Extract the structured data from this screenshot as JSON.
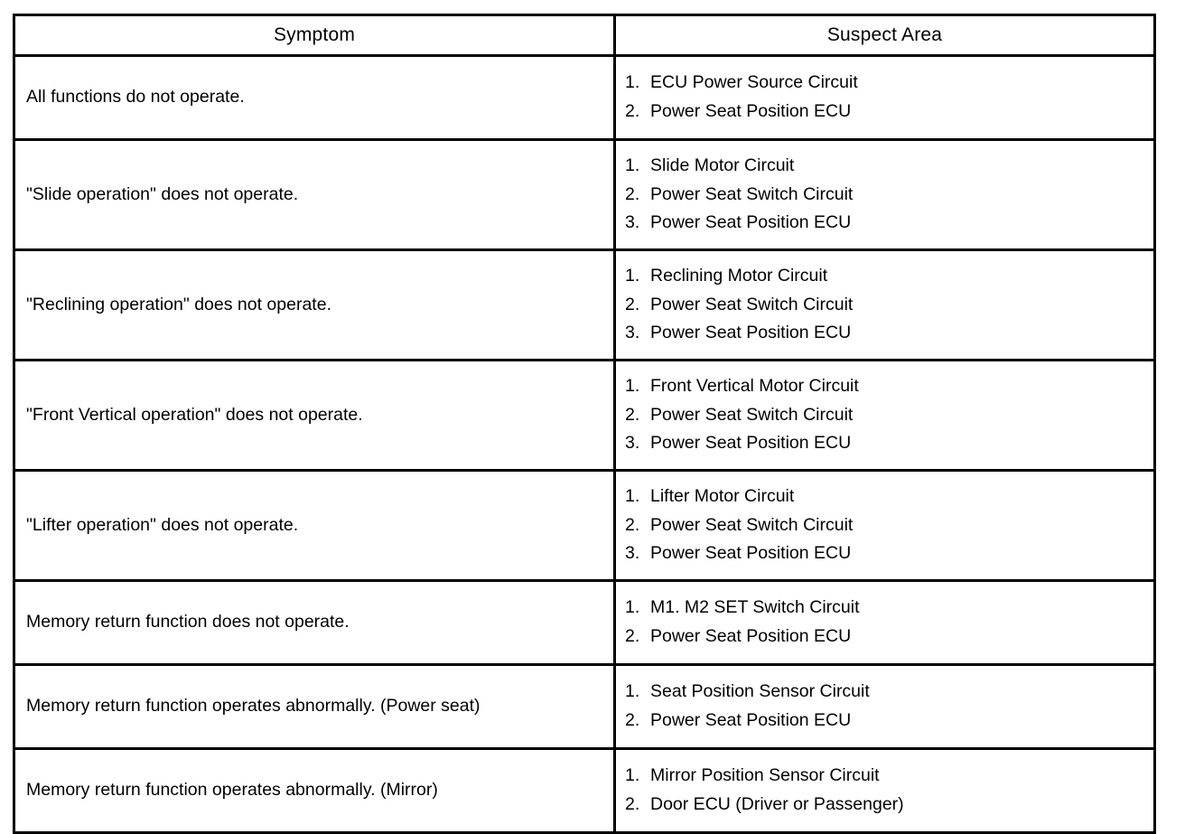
{
  "table": {
    "headers": {
      "symptom": "Symptom",
      "suspect_area": "Suspect Area"
    },
    "rows": [
      {
        "symptom": "All functions do not operate.",
        "suspects": [
          {
            "index": "1.",
            "text": "ECU Power Source Circuit"
          },
          {
            "index": "2.",
            "text": "Power Seat Position ECU"
          }
        ]
      },
      {
        "symptom": "\"Slide operation\" does not operate.",
        "suspects": [
          {
            "index": "1.",
            "text": "Slide Motor Circuit"
          },
          {
            "index": "2.",
            "text": "Power Seat Switch Circuit"
          },
          {
            "index": "3.",
            "text": "Power Seat Position ECU"
          }
        ]
      },
      {
        "symptom": "\"Reclining operation\" does not operate.",
        "suspects": [
          {
            "index": "1.",
            "text": "Reclining Motor Circuit"
          },
          {
            "index": "2.",
            "text": "Power Seat Switch Circuit"
          },
          {
            "index": "3.",
            "text": "Power Seat Position ECU"
          }
        ]
      },
      {
        "symptom": "\"Front Vertical operation\" does not operate.",
        "suspects": [
          {
            "index": "1.",
            "text": "Front Vertical Motor Circuit"
          },
          {
            "index": "2.",
            "text": "Power Seat Switch Circuit"
          },
          {
            "index": "3.",
            "text": "Power Seat Position ECU"
          }
        ]
      },
      {
        "symptom": "\"Lifter operation\" does not operate.",
        "suspects": [
          {
            "index": "1.",
            "text": "Lifter Motor Circuit"
          },
          {
            "index": "2.",
            "text": "Power Seat Switch Circuit"
          },
          {
            "index": "3.",
            "text": "Power Seat Position ECU"
          }
        ]
      },
      {
        "symptom": "Memory return function does not operate.",
        "suspects": [
          {
            "index": "1.",
            "text": "M1. M2 SET Switch Circuit"
          },
          {
            "index": "2.",
            "text": "Power Seat Position ECU"
          }
        ]
      },
      {
        "symptom": "Memory return function operates abnormally. (Power seat)",
        "suspects": [
          {
            "index": "1.",
            "text": "Seat Position Sensor Circuit"
          },
          {
            "index": "2.",
            "text": "Power Seat Position ECU"
          }
        ]
      },
      {
        "symptom": "Memory return function operates abnormally. (Mirror)",
        "suspects": [
          {
            "index": "1.",
            "text": "Mirror Position Sensor Circuit"
          },
          {
            "index": "2.",
            "text": "Door ECU (Driver or Passenger)"
          }
        ]
      }
    ]
  },
  "colors": {
    "border": "#000000",
    "text": "#000000",
    "background": "#ffffff"
  }
}
